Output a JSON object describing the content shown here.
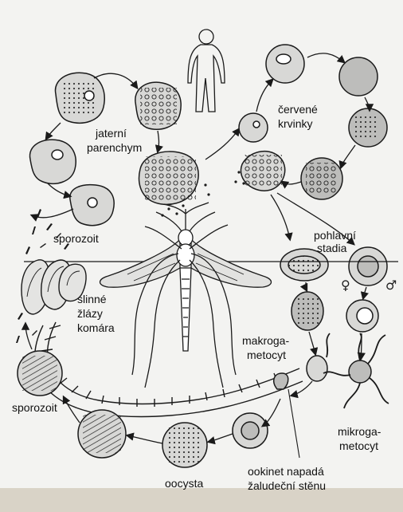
{
  "labels": {
    "jaterni_1": "jaterní",
    "jaterni_2": "parenchym",
    "cervene_1": "červené",
    "cervene_2": "krvinky",
    "pohlavni_1": "pohlavní",
    "pohlavni_2": "stadia",
    "sporozoit_top": "sporozoit",
    "slinne_1": "slinné",
    "slinne_2": "žlázy",
    "slinne_3": "komára",
    "makro_1": "makroga-",
    "makro_2": "metocyt",
    "mikro_1": "mikroga-",
    "mikro_2": "metocyt",
    "sporozoit_bottom": "sporozoit",
    "oocysta": "oocysta",
    "ookinet_1": "ookinet napadá",
    "ookinet_2": "žaludeční stěnu"
  },
  "symbols": {
    "female": "♀",
    "male": "♂"
  },
  "colors": {
    "line": "#1a1a1a",
    "cell_fill": "#d8d8d6",
    "cell_fill_dark": "#bdbdbb",
    "paper": "#f3f3f1",
    "strip": "#d9d3c7"
  }
}
